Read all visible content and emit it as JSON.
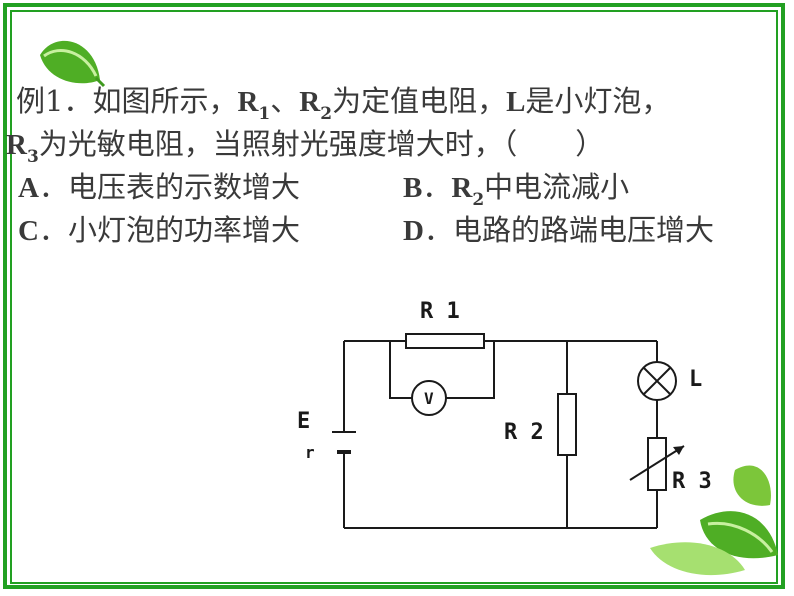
{
  "question": {
    "line1": {
      "prefix": "例1．如图所示，",
      "r1": "R",
      "r1_sub": "1",
      "sep": "、",
      "r2": "R",
      "r2_sub": "2",
      "mid": "为定值电阻，",
      "l": "L",
      "end": "是小灯泡，"
    },
    "line2": {
      "r3": "R",
      "r3_sub": "3",
      "text": "为光敏电阻，当照射光强度增大时，（　　）"
    },
    "options": {
      "a_letter": "A",
      "a_text": "．电压表的示数增大",
      "b_letter": "B",
      "b_mid": "．",
      "b_r": "R",
      "b_sub": "2",
      "b_text": "中电流减小",
      "c_letter": "C",
      "c_text": "．小灯泡的功率增大",
      "d_letter": "D",
      "d_text": "．电路的路端电压增大"
    }
  },
  "circuit": {
    "r1_label": "R 1",
    "voltmeter_label": "V",
    "emf_label": "E",
    "internal_label": "r",
    "r2_label": "R 2",
    "lamp_label": "L",
    "r3_label": "R 3"
  },
  "colors": {
    "border": "#22a022",
    "text": "#3a3a3a",
    "leaf_dark": "#3f9a1e",
    "leaf_light": "#a6e070"
  }
}
